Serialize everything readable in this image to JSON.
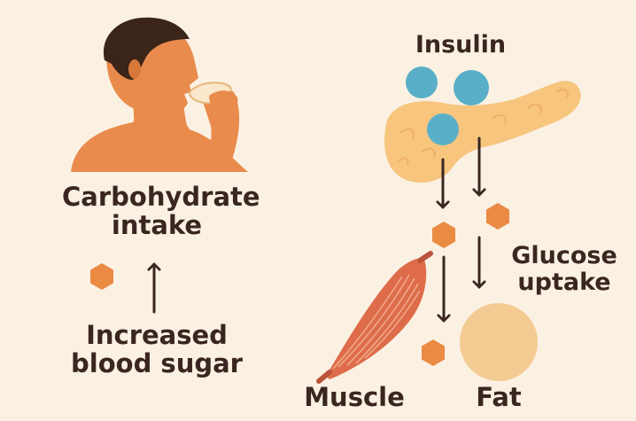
{
  "labels": {
    "carb_line1": "Carbohydrate",
    "carb_line2": "intake",
    "sugar_line1": "Increased",
    "sugar_line2": "blood sugar",
    "insulin": "Insulin",
    "glucose_line1": "Glucose",
    "glucose_line2": "uptake",
    "muscle": "Muscle",
    "fat": "Fat"
  },
  "colors": {
    "background": "#fbf1e3",
    "skin": "#e98b4c",
    "hair": "#3b2418",
    "pancreas": "#f7c57e",
    "insulin_molecule": "#5aafc8",
    "glucose_molecule": "#ea8a43",
    "muscle": "#de6c4a",
    "fat": "#f3cb93",
    "arrow": "#3a2620",
    "text": "#3a2620"
  },
  "icons": {
    "person": "person-eating-icon",
    "pancreas": "pancreas-icon",
    "insulin": "insulin-molecule-icon",
    "glucose": "glucose-hexagon-icon",
    "muscle": "muscle-icon",
    "fat": "fat-cell-icon"
  }
}
